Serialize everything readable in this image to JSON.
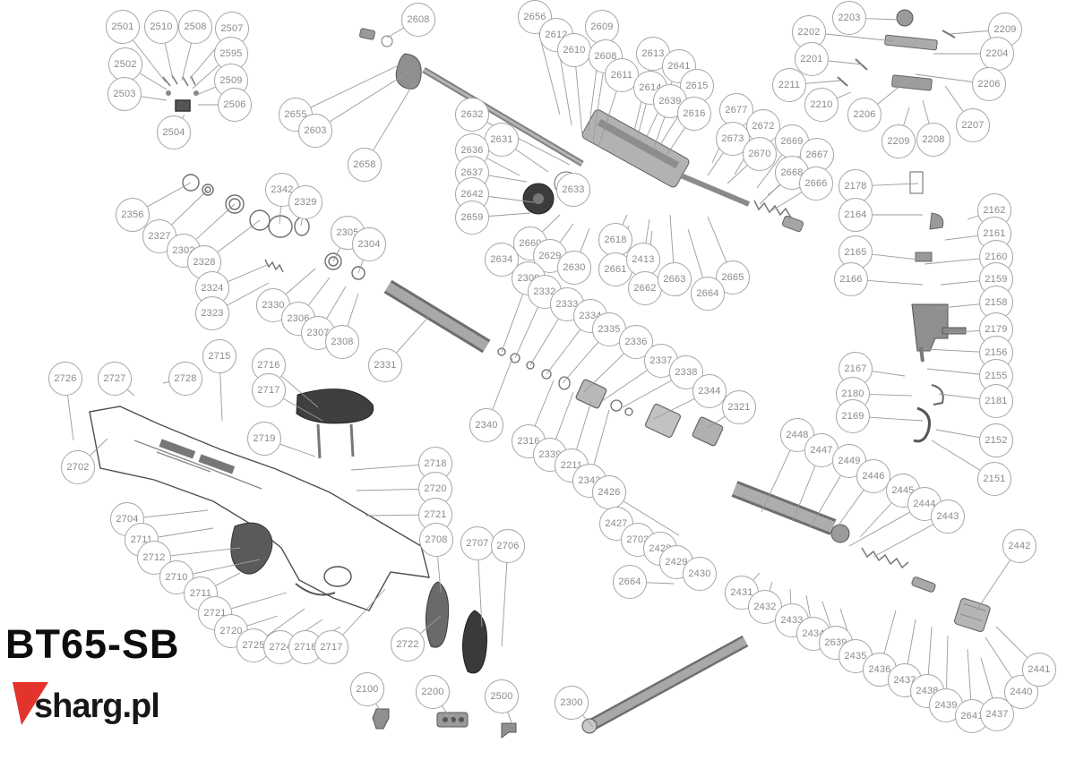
{
  "title": "BT65-SB",
  "brand": {
    "logo_text": "sharg.pl",
    "accent_color": "#e2342c"
  },
  "diagram": {
    "circle_radius": 19,
    "circle_border_color": "#a6a6a6",
    "number_color": "#8b8b8b",
    "leader_line_color": "#9b9b9b",
    "callout_fields": [
      "part_number",
      "x",
      "y",
      "target_x",
      "target_y"
    ],
    "callouts": [
      [
        "2501",
        137,
        30,
        185,
        92
      ],
      [
        "2510",
        180,
        30,
        193,
        88
      ],
      [
        "2508",
        218,
        30,
        203,
        90
      ],
      [
        "2507",
        259,
        32,
        212,
        88
      ],
      [
        "2502",
        140,
        72,
        186,
        100
      ],
      [
        "2595",
        258,
        60,
        215,
        99
      ],
      [
        "2509",
        258,
        90,
        217,
        107
      ],
      [
        "2503",
        139,
        105,
        186,
        112
      ],
      [
        "2506",
        262,
        117,
        221,
        117
      ],
      [
        "2504",
        194,
        148,
        206,
        128
      ],
      [
        "2608",
        467,
        22,
        432,
        42
      ],
      [
        "2655",
        330,
        128,
        449,
        71
      ],
      [
        "2603",
        352,
        146,
        457,
        80
      ],
      [
        "2658",
        407,
        184,
        464,
        89
      ],
      [
        "2656",
        597,
        19,
        625,
        128
      ],
      [
        "2612",
        621,
        39,
        638,
        140
      ],
      [
        "2609",
        672,
        30,
        657,
        146
      ],
      [
        "2610",
        641,
        56,
        650,
        152
      ],
      [
        "2608",
        676,
        63,
        662,
        157
      ],
      [
        "2611",
        694,
        84,
        668,
        164
      ],
      [
        "2613",
        729,
        60,
        708,
        146
      ],
      [
        "2641",
        758,
        74,
        720,
        157
      ],
      [
        "2614",
        726,
        98,
        712,
        152
      ],
      [
        "2615",
        778,
        96,
        738,
        160
      ],
      [
        "2639",
        748,
        113,
        730,
        165
      ],
      [
        "2616",
        775,
        127,
        745,
        172
      ],
      [
        "2677",
        822,
        123,
        795,
        182
      ],
      [
        "2672",
        852,
        141,
        820,
        195
      ],
      [
        "2673",
        818,
        155,
        790,
        196
      ],
      [
        "2670",
        848,
        172,
        812,
        205
      ],
      [
        "2669",
        884,
        158,
        845,
        210
      ],
      [
        "2667",
        912,
        173,
        857,
        218
      ],
      [
        "2668",
        884,
        193,
        848,
        228
      ],
      [
        "2666",
        911,
        205,
        862,
        235
      ],
      [
        "2203",
        948,
        20,
        1005,
        22
      ],
      [
        "2202",
        903,
        36,
        998,
        46
      ],
      [
        "2209",
        1122,
        33,
        1060,
        38
      ],
      [
        "2201",
        906,
        66,
        963,
        72
      ],
      [
        "2204",
        1113,
        60,
        1042,
        60
      ],
      [
        "2211",
        881,
        95,
        938,
        90
      ],
      [
        "2206",
        1104,
        94,
        1022,
        83
      ],
      [
        "2210",
        917,
        117,
        950,
        103
      ],
      [
        "2206",
        965,
        128,
        1005,
        96
      ],
      [
        "2209",
        1003,
        158,
        1015,
        120
      ],
      [
        "2208",
        1042,
        156,
        1030,
        112
      ],
      [
        "2207",
        1086,
        140,
        1055,
        96
      ],
      [
        "2178",
        955,
        208,
        1025,
        205
      ],
      [
        "2164",
        955,
        240,
        1030,
        240
      ],
      [
        "2162",
        1110,
        235,
        1080,
        245
      ],
      [
        "2161",
        1110,
        261,
        1055,
        268
      ],
      [
        "2165",
        955,
        282,
        1025,
        290
      ],
      [
        "2160",
        1112,
        287,
        1032,
        295
      ],
      [
        "2166",
        950,
        312,
        1030,
        318
      ],
      [
        "2159",
        1112,
        312,
        1050,
        318
      ],
      [
        "2158",
        1112,
        338,
        1040,
        345
      ],
      [
        "2179",
        1112,
        368,
        1058,
        372
      ],
      [
        "2156",
        1112,
        394,
        1032,
        390
      ],
      [
        "2155",
        1112,
        420,
        1035,
        412
      ],
      [
        "2167",
        955,
        412,
        1010,
        420
      ],
      [
        "2180",
        952,
        440,
        1018,
        442
      ],
      [
        "2181",
        1112,
        448,
        1048,
        440
      ],
      [
        "2169",
        952,
        465,
        1030,
        470
      ],
      [
        "2152",
        1112,
        492,
        1045,
        480
      ],
      [
        "2151",
        1110,
        535,
        1040,
        492
      ],
      [
        "2356",
        148,
        240,
        213,
        204
      ],
      [
        "2327",
        178,
        264,
        232,
        212
      ],
      [
        "2342",
        315,
        212,
        312,
        250
      ],
      [
        "2329",
        341,
        226,
        336,
        252
      ],
      [
        "2302",
        205,
        280,
        262,
        228
      ],
      [
        "2328",
        228,
        293,
        290,
        246
      ],
      [
        "2305",
        388,
        260,
        372,
        292
      ],
      [
        "2304",
        412,
        273,
        400,
        305
      ],
      [
        "2324",
        237,
        322,
        298,
        296
      ],
      [
        "2323",
        237,
        350,
        300,
        316
      ],
      [
        "2330",
        305,
        341,
        352,
        300
      ],
      [
        "2306",
        333,
        356,
        368,
        310
      ],
      [
        "2307",
        355,
        372,
        386,
        320
      ],
      [
        "2308",
        382,
        382,
        400,
        328
      ],
      [
        "2331",
        430,
        408,
        480,
        352
      ],
      [
        "2632",
        527,
        128,
        636,
        184
      ],
      [
        "2631",
        560,
        156,
        612,
        192
      ],
      [
        "2636",
        527,
        168,
        580,
        196
      ],
      [
        "2637",
        527,
        193,
        588,
        203
      ],
      [
        "2642",
        527,
        217,
        596,
        226
      ],
      [
        "2659",
        527,
        243,
        592,
        238
      ],
      [
        "2633",
        640,
        212,
        648,
        200
      ],
      [
        "2660",
        592,
        272,
        625,
        240
      ],
      [
        "2634",
        560,
        290,
        600,
        258
      ],
      [
        "2629",
        614,
        286,
        640,
        250
      ],
      [
        "2630",
        641,
        299,
        658,
        255
      ],
      [
        "2618",
        687,
        268,
        700,
        240
      ],
      [
        "2661",
        687,
        301,
        702,
        252
      ],
      [
        "2413",
        718,
        290,
        725,
        245
      ],
      [
        "2662",
        720,
        322,
        728,
        258
      ],
      [
        "2663",
        753,
        312,
        748,
        240
      ],
      [
        "2665",
        818,
        310,
        790,
        242
      ],
      [
        "2664",
        790,
        328,
        768,
        256
      ],
      [
        "2309",
        590,
        311,
        560,
        393
      ],
      [
        "2332",
        608,
        326,
        575,
        400
      ],
      [
        "2333",
        633,
        340,
        592,
        408
      ],
      [
        "2334",
        659,
        353,
        610,
        418
      ],
      [
        "2335",
        680,
        368,
        628,
        428
      ],
      [
        "2336",
        710,
        382,
        652,
        438
      ],
      [
        "2337",
        738,
        403,
        672,
        448
      ],
      [
        "2338",
        766,
        416,
        695,
        455
      ],
      [
        "2344",
        792,
        437,
        730,
        468
      ],
      [
        "2321",
        825,
        455,
        790,
        478
      ],
      [
        "2340",
        543,
        475,
        572,
        400
      ],
      [
        "2316",
        590,
        493,
        618,
        425
      ],
      [
        "2339",
        614,
        508,
        640,
        438
      ],
      [
        "2211",
        638,
        520,
        660,
        448
      ],
      [
        "2343",
        658,
        537,
        680,
        458
      ],
      [
        "2726",
        73,
        423,
        82,
        492
      ],
      [
        "2727",
        128,
        423,
        150,
        442
      ],
      [
        "2728",
        207,
        423,
        182,
        428
      ],
      [
        "2715",
        245,
        398,
        248,
        470
      ],
      [
        "2716",
        300,
        408,
        355,
        455
      ],
      [
        "2717",
        300,
        436,
        360,
        470
      ],
      [
        "2719",
        295,
        490,
        352,
        510
      ],
      [
        "2702",
        87,
        522,
        120,
        490
      ],
      [
        "2704",
        142,
        580,
        232,
        570
      ],
      [
        "2711",
        158,
        603,
        238,
        590
      ],
      [
        "2712",
        172,
        623,
        268,
        612
      ],
      [
        "2710",
        197,
        645,
        290,
        625
      ],
      [
        "2711",
        224,
        663,
        268,
        640
      ],
      [
        "2721",
        240,
        685,
        320,
        662
      ],
      [
        "2720",
        258,
        705,
        310,
        688
      ],
      [
        "2725",
        283,
        721,
        340,
        680
      ],
      [
        "2724",
        313,
        723,
        360,
        692
      ],
      [
        "2718",
        341,
        723,
        380,
        700
      ],
      [
        "2717",
        370,
        723,
        430,
        658
      ],
      [
        "2722",
        455,
        720,
        492,
        688
      ],
      [
        "2718",
        486,
        518,
        392,
        525
      ],
      [
        "2720",
        486,
        546,
        398,
        548
      ],
      [
        "2721",
        486,
        575,
        408,
        576
      ],
      [
        "2708",
        487,
        603,
        492,
        662
      ],
      [
        "2707",
        533,
        607,
        538,
        700
      ],
      [
        "2706",
        567,
        610,
        560,
        722
      ],
      [
        "2100",
        410,
        770,
        428,
        800
      ],
      [
        "2200",
        483,
        773,
        505,
        806
      ],
      [
        "2500",
        560,
        778,
        573,
        812
      ],
      [
        "2300",
        638,
        785,
        662,
        812
      ],
      [
        "2448",
        890,
        486,
        850,
        572
      ],
      [
        "2447",
        917,
        503,
        885,
        582
      ],
      [
        "2449",
        948,
        515,
        905,
        588
      ],
      [
        "2446",
        975,
        532,
        930,
        595
      ],
      [
        "2445",
        1008,
        548,
        960,
        600
      ],
      [
        "2444",
        1032,
        563,
        948,
        610
      ],
      [
        "2443",
        1058,
        577,
        975,
        622
      ],
      [
        "2442",
        1138,
        610,
        1090,
        682
      ],
      [
        "2426",
        680,
        550,
        758,
        598
      ],
      [
        "2427",
        688,
        585,
        735,
        608
      ],
      [
        "2703",
        712,
        603,
        752,
        615
      ],
      [
        "2428",
        737,
        613,
        768,
        620
      ],
      [
        "2429",
        755,
        628,
        785,
        628
      ],
      [
        "2430",
        781,
        641,
        800,
        635
      ],
      [
        "2664",
        703,
        650,
        752,
        652
      ],
      [
        "2431",
        828,
        662,
        848,
        640
      ],
      [
        "2432",
        854,
        678,
        862,
        650
      ],
      [
        "2433",
        884,
        693,
        882,
        658
      ],
      [
        "2434",
        908,
        708,
        900,
        665
      ],
      [
        "2639",
        933,
        718,
        918,
        672
      ],
      [
        "2435",
        955,
        733,
        938,
        680
      ],
      [
        "2436",
        982,
        748,
        1000,
        682
      ],
      [
        "2437",
        1010,
        760,
        1022,
        692
      ],
      [
        "2438",
        1035,
        772,
        1040,
        700
      ],
      [
        "2439",
        1056,
        788,
        1058,
        710
      ],
      [
        "2641",
        1085,
        800,
        1080,
        725
      ],
      [
        "2437",
        1113,
        798,
        1095,
        735
      ],
      [
        "2440",
        1140,
        773,
        1100,
        712
      ],
      [
        "2441",
        1160,
        748,
        1112,
        700
      ]
    ]
  }
}
